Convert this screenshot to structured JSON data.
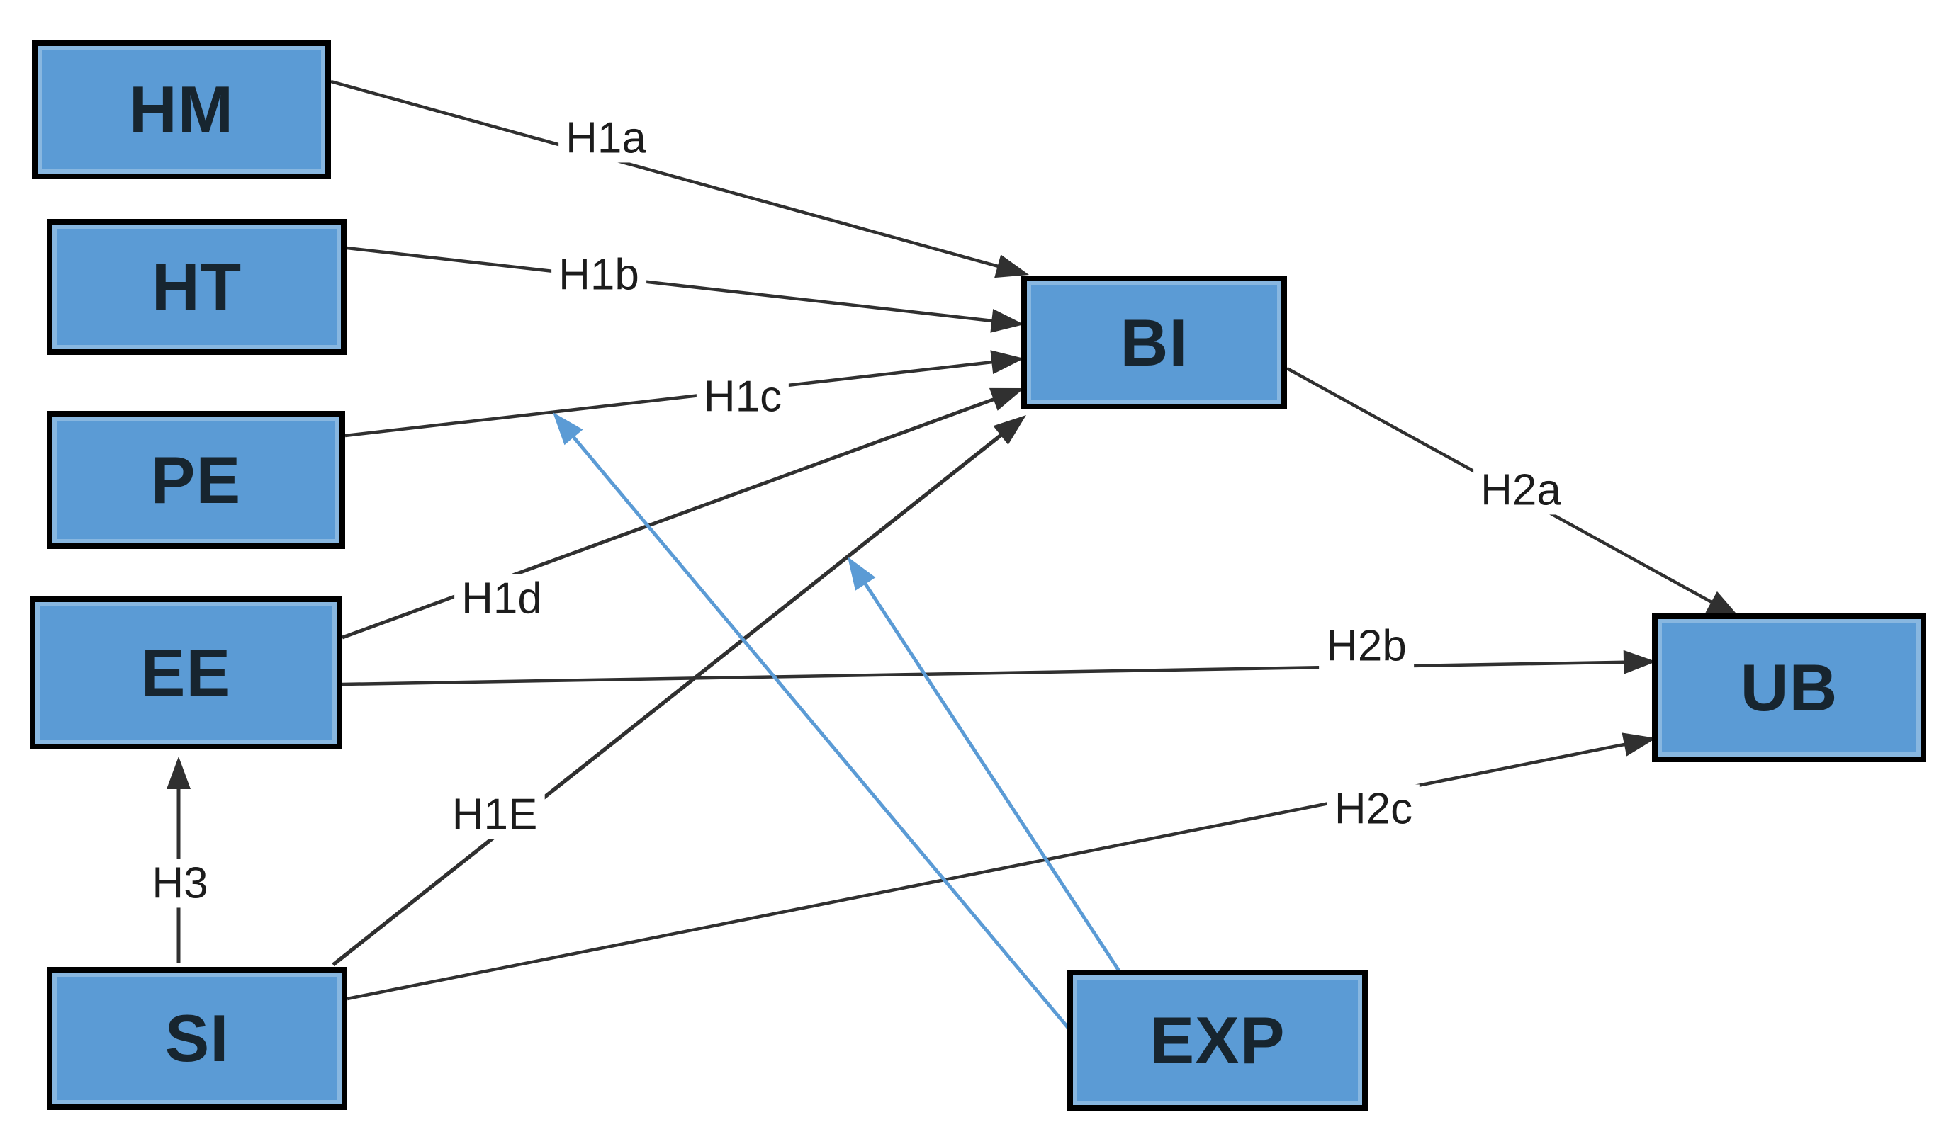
{
  "nodes": [
    {
      "id": "HM",
      "label": "HM"
    },
    {
      "id": "HT",
      "label": "HT"
    },
    {
      "id": "PE",
      "label": "PE"
    },
    {
      "id": "EE",
      "label": "EE"
    },
    {
      "id": "SI",
      "label": "SI"
    },
    {
      "id": "BI",
      "label": "BI"
    },
    {
      "id": "UB",
      "label": "UB"
    },
    {
      "id": "EXP",
      "label": "EXP"
    }
  ],
  "edges": [
    {
      "from": "HM",
      "to": "BI",
      "label": "H1a"
    },
    {
      "from": "HT",
      "to": "BI",
      "label": "H1b"
    },
    {
      "from": "PE",
      "to": "BI",
      "label": "H1c"
    },
    {
      "from": "EE",
      "to": "BI",
      "label": "H1d"
    },
    {
      "from": "SI",
      "to": "BI",
      "label": "H1E"
    },
    {
      "from": "BI",
      "to": "UB",
      "label": "H2a"
    },
    {
      "from": "EE",
      "to": "UB",
      "label": "H2b"
    },
    {
      "from": "SI",
      "to": "UB",
      "label": "H2c"
    },
    {
      "from": "SI",
      "to": "EE",
      "label": "H3"
    },
    {
      "from": "EXP",
      "to": "H1c-path",
      "label": ""
    },
    {
      "from": "EXP",
      "to": "H1E-path",
      "label": ""
    }
  ],
  "colors": {
    "background": "#FFFFFF",
    "box_fill": "#5B9BD5",
    "box_border": "#000000",
    "box_text": "#17252F",
    "line": "#303030",
    "moderator_line": "#5B9BD5",
    "label_text": "#1C1C1C"
  }
}
